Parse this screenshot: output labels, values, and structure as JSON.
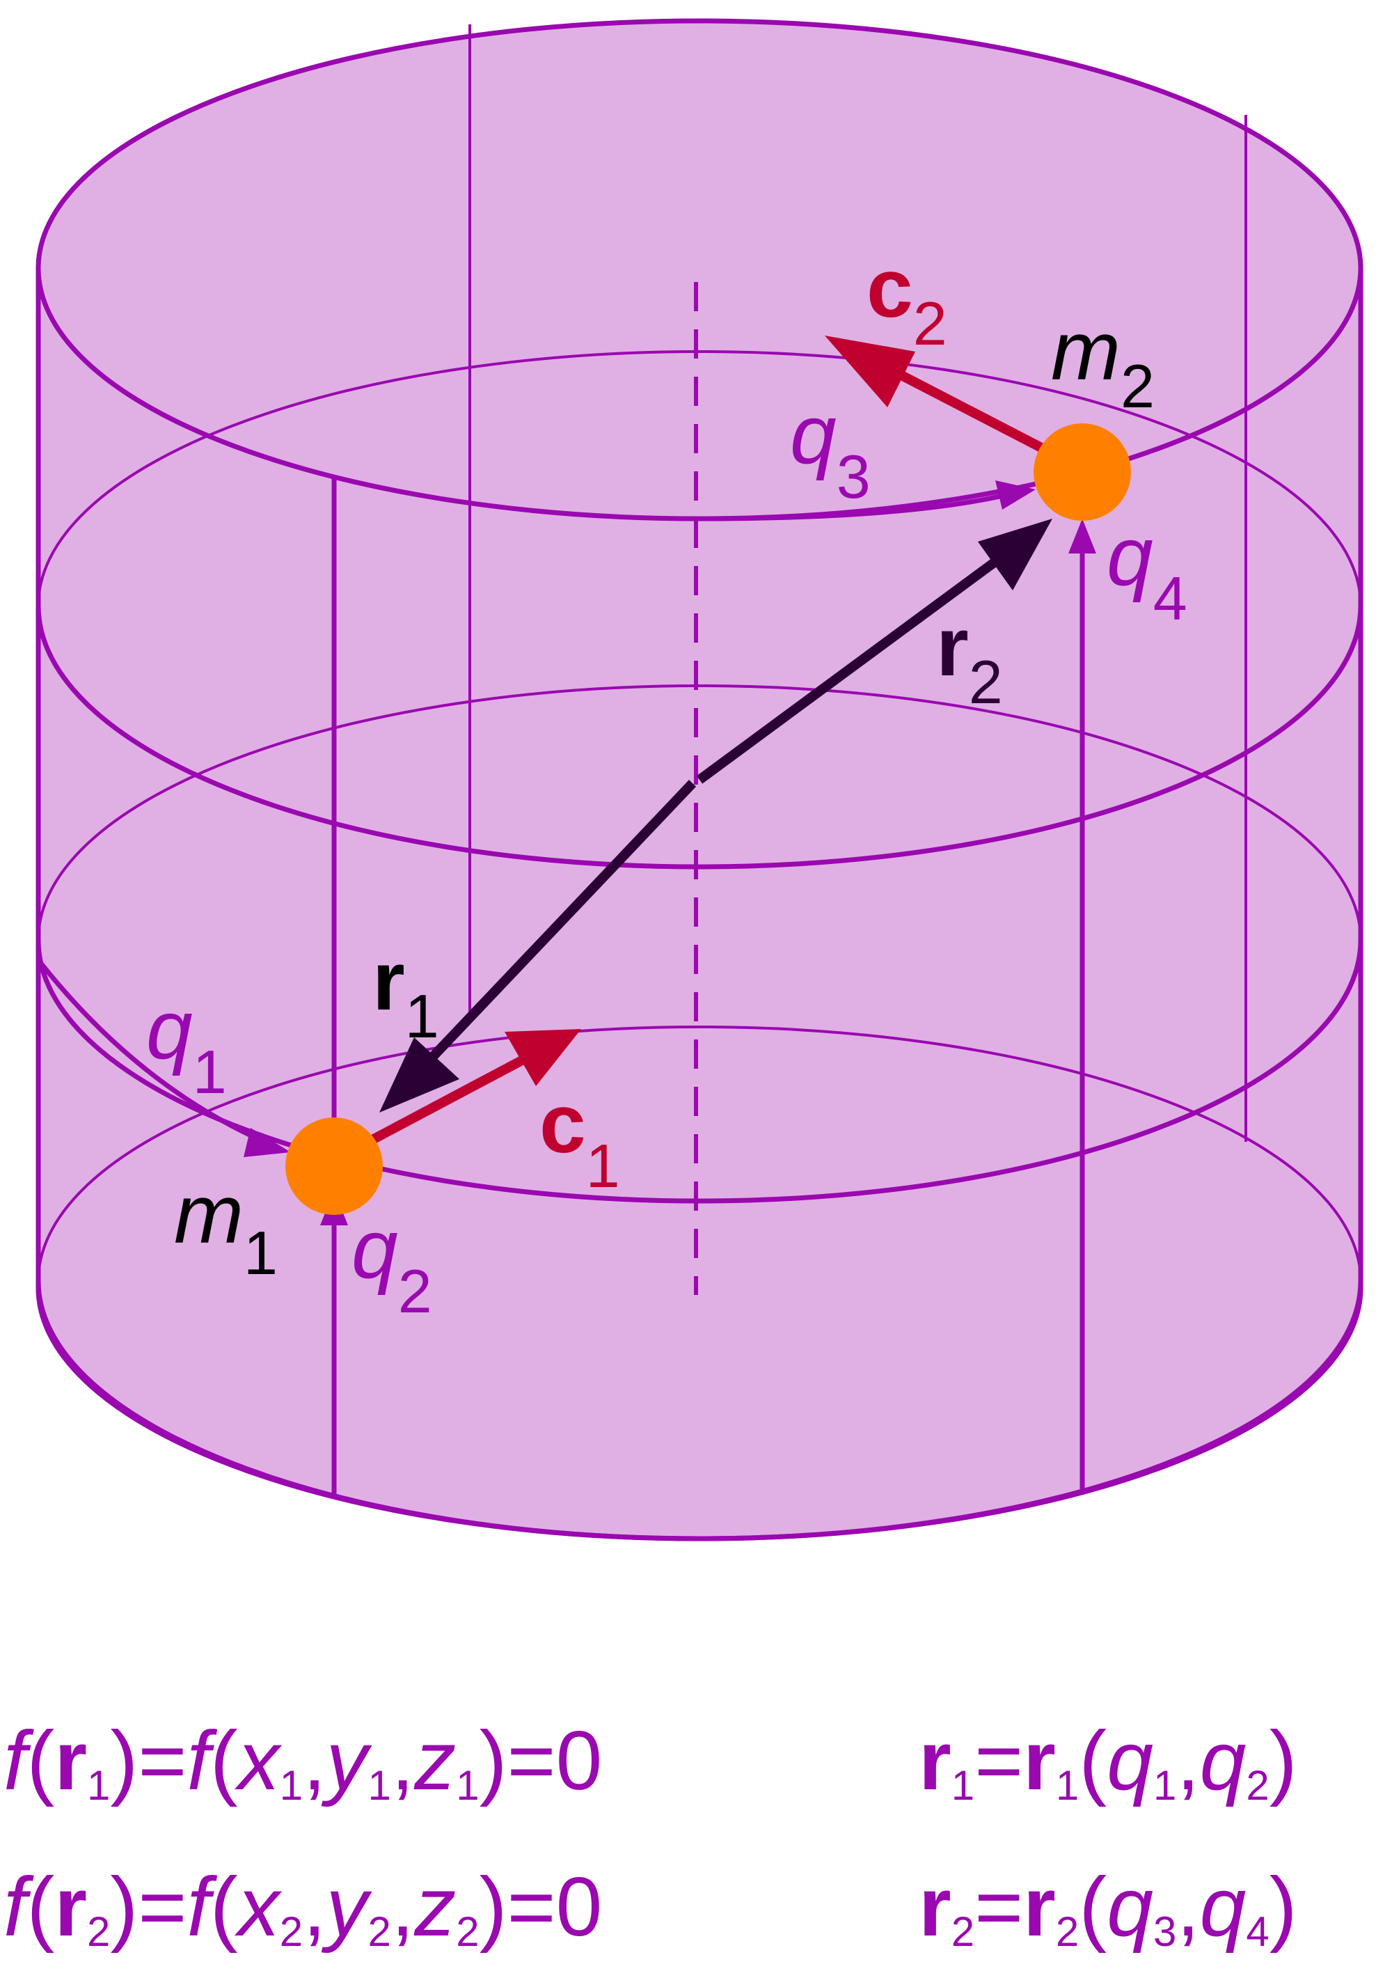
{
  "colors": {
    "surface_fill": "#e0b0e4",
    "surface_stroke": "#9a08b0",
    "vector_dark": "#2a0035",
    "vector_red": "#c0002e",
    "particle": "#ff8000",
    "text_black": "#000000",
    "text_purple": "#9a08b0",
    "text_red": "#c0002e"
  },
  "labels": {
    "c2_main": "c",
    "c2_sub": "2",
    "m2_main": "m",
    "m2_sub": "2",
    "q3_main": "q",
    "q3_sub": "3",
    "q4_main": "q",
    "q4_sub": "4",
    "r2_main": "r",
    "r2_sub": "2",
    "r1_main": "r",
    "r1_sub": "1",
    "q1_main": "q",
    "q1_sub": "1",
    "c1_main": "c",
    "c1_sub": "1",
    "m1_main": "m",
    "m1_sub": "1",
    "q2_main": "q",
    "q2_sub": "2"
  },
  "equations": {
    "eq1": {
      "f1": "f",
      "open1": "(",
      "r": "r",
      "rsub": "1",
      "close1": ")",
      "eq1": "=",
      "f2": "f",
      "open2": "(",
      "x": "x",
      "xsub": "1",
      "comma1": ",",
      "y": "y",
      "ysub": "1",
      "comma2": ",",
      "z": "z",
      "zsub": "1",
      "close2": ")",
      "eq2": "=",
      "zero": "0"
    },
    "eq2": {
      "f1": "f",
      "open1": "(",
      "r": "r",
      "rsub": "2",
      "close1": ")",
      "eq1": "=",
      "f2": "f",
      "open2": "(",
      "x": "x",
      "xsub": "2",
      "comma1": ",",
      "y": "y",
      "ysub": "2",
      "comma2": ",",
      "z": "z",
      "zsub": "2",
      "close2": ")",
      "eq2": "=",
      "zero": "0"
    },
    "eq3": {
      "r1": "r",
      "r1sub": "1",
      "eq": "=",
      "r2": "r",
      "r2sub": "1",
      "open": "(",
      "qa": "q",
      "qasub": "1",
      "comma": ",",
      "qb": "q",
      "qbsub": "2",
      "close": ")"
    },
    "eq4": {
      "r1": "r",
      "r1sub": "2",
      "eq": "=",
      "r2": "r",
      "r2sub": "2",
      "open": "(",
      "qa": "q",
      "qasub": "3",
      "comma": ",",
      "qb": "q",
      "qbsub": "4",
      "close": ")"
    }
  }
}
